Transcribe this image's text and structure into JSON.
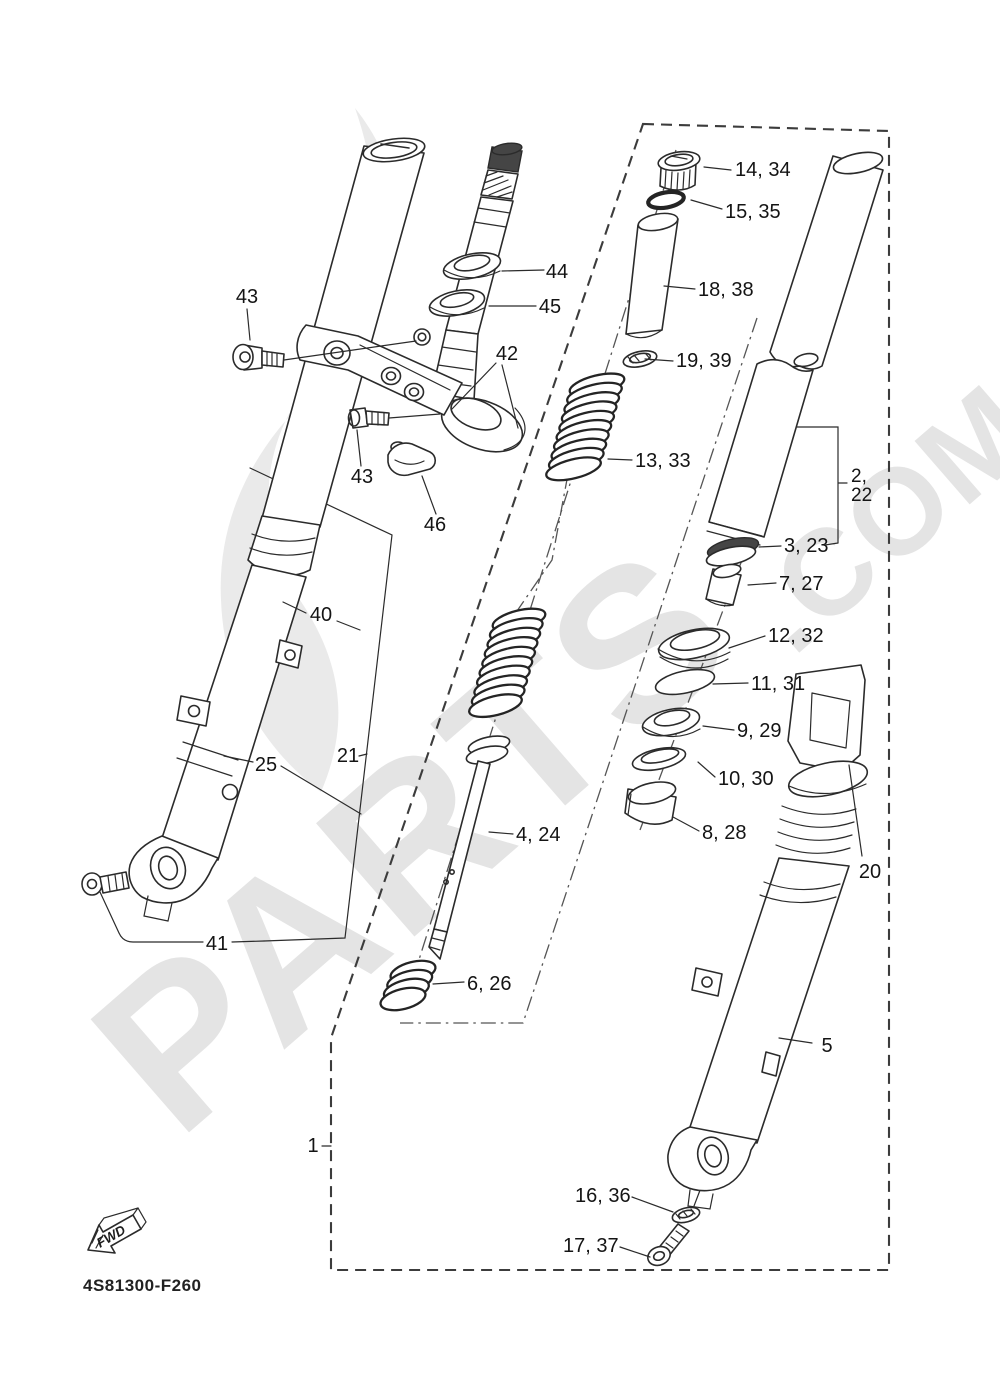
{
  "watermark": {
    "word_main": "PARTS",
    "word_suffix": ".COM",
    "color": "#e4e4e4",
    "swoosh_color": "#eaeaea"
  },
  "footer": {
    "diagram_code": "4S81300-F260"
  },
  "fwd_marker": {
    "label": "FWD"
  },
  "labels": {
    "n1": "1",
    "n5": "5",
    "n20": "20",
    "n21": "21",
    "n25": "25",
    "n40": "40",
    "n41": "41",
    "n42": "42",
    "n43a": "43",
    "n43b": "43",
    "n44": "44",
    "n45": "45",
    "n46": "46",
    "n2_22_line1": "2,",
    "n2_22_line2": "22",
    "n3_23": "3, 23",
    "n4_24": "4, 24",
    "n6_26": "6, 26",
    "n7_27": "7, 27",
    "n8_28": "8, 28",
    "n9_29": "9, 29",
    "n10_30": "10, 30",
    "n11_31": "11, 31",
    "n12_32": "12, 32",
    "n13_33": "13, 33",
    "n14_34": "14, 34",
    "n15_35": "15, 35",
    "n16_36": "16, 36",
    "n17_37": "17, 37",
    "n18_38": "18, 38",
    "n19_39": "19, 39"
  }
}
